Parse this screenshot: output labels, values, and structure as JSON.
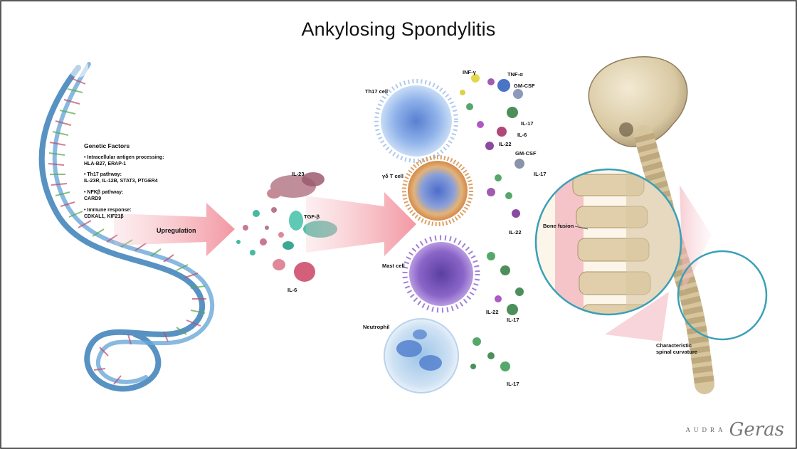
{
  "title": "Ankylosing Spondylitis",
  "genetic": {
    "heading": "Genetic Factors",
    "items": [
      {
        "line1": "• Intracellular antigen processing:",
        "line2": "HLA-B27, ERAP-1"
      },
      {
        "line1": "• Th17 pathway:",
        "line2": "IL-23R, IL-12B, STAT3, PTGER4"
      },
      {
        "line1": "• NFKβ pathway:",
        "line2": "CARD9"
      },
      {
        "line1": "• Immune response:",
        "line2": "CDKAL1, KIF21β"
      }
    ]
  },
  "upregulation": "Upregulation",
  "cytokines_left": {
    "il23": "IL-23",
    "tgfb": "TGF-β",
    "il6": "IL-6"
  },
  "cells": {
    "th17": "Th17 cell",
    "gdt": "γδ T cell",
    "mast": "Mast cell",
    "neutrophil": "Neutrophil"
  },
  "cytokines_right": {
    "infg": "INF-γ",
    "tnfa": "TNF-α",
    "gmcsf1": "GM-CSF",
    "il17a": "IL-17",
    "il6": "IL-6",
    "il22a": "IL-22",
    "gmcsf2": "GM-CSF",
    "il17b": "IL-17",
    "il22b": "IL-22",
    "il22c": "IL-22",
    "il17c": "IL-17",
    "il17d": "IL-17"
  },
  "spine": {
    "bone_fusion": "Bone fusion",
    "curvature_line1": "Characteristic",
    "curvature_line2": "spinal curvature"
  },
  "signature": {
    "first": "AUDRA",
    "last": "Geras"
  }
}
